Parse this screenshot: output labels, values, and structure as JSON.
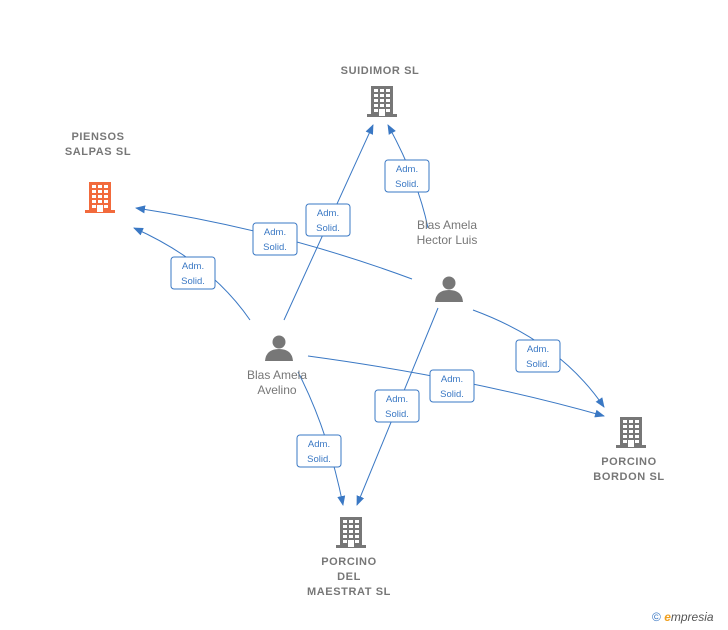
{
  "nodes": [
    {
      "id": "suidimor",
      "type": "company",
      "lines": [
        "SUIDIMOR  SL"
      ],
      "highlight": false
    },
    {
      "id": "piensos",
      "type": "company",
      "lines": [
        "PIENSOS",
        "SALPAS  SL"
      ],
      "highlight": true
    },
    {
      "id": "porcino_bordon",
      "type": "company",
      "lines": [
        "PORCINO",
        "BORDON SL"
      ],
      "highlight": false
    },
    {
      "id": "porcino_maestrat",
      "type": "company",
      "lines": [
        "PORCINO",
        "DEL",
        "MAESTRAT  SL"
      ],
      "highlight": false
    },
    {
      "id": "blas_hector",
      "type": "person",
      "lines": [
        "Blas Amela",
        "Hector Luis"
      ]
    },
    {
      "id": "blas_avelino",
      "type": "person",
      "lines": [
        "Blas Amela",
        "Avelino"
      ]
    }
  ],
  "edges": [
    {
      "from": "blas_hector",
      "to": "suidimor",
      "label": [
        "Adm.",
        "Solid."
      ]
    },
    {
      "from": "blas_avelino",
      "to": "suidimor",
      "label": [
        "Adm.",
        "Solid."
      ]
    },
    {
      "from": "blas_hector",
      "to": "piensos",
      "label": [
        "Adm.",
        "Solid."
      ]
    },
    {
      "from": "blas_avelino",
      "to": "piensos",
      "label": [
        "Adm.",
        "Solid."
      ]
    },
    {
      "from": "blas_hector",
      "to": "porcino_bordon",
      "label": [
        "Adm.",
        "Solid."
      ]
    },
    {
      "from": "blas_avelino",
      "to": "porcino_bordon",
      "label": [
        "Adm.",
        "Solid."
      ]
    },
    {
      "from": "blas_hector",
      "to": "porcino_maestrat",
      "label": [
        "Adm.",
        "Solid."
      ]
    },
    {
      "from": "blas_avelino",
      "to": "porcino_maestrat",
      "label": [
        "Adm.",
        "Solid."
      ]
    }
  ],
  "colors": {
    "edge": "#3a78c4",
    "company": "#777777",
    "highlight": "#f26a3c",
    "person": "#777777"
  },
  "watermark": {
    "symbol": "©",
    "brand_initial": "e",
    "brand_rest": "mpresia"
  }
}
